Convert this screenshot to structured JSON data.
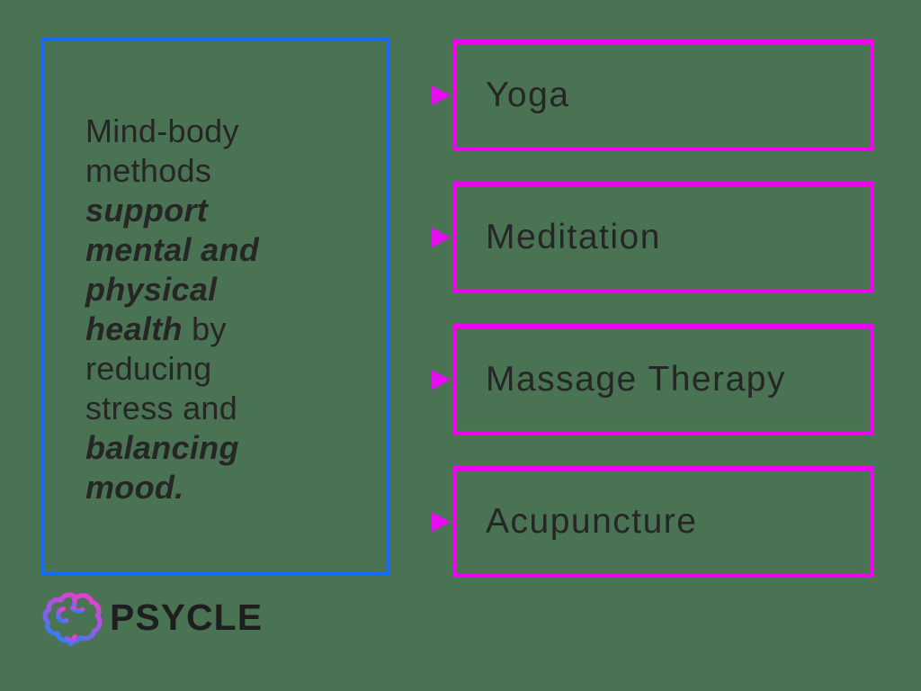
{
  "colors": {
    "background": "#4A7353",
    "statement_border": "#156CF7",
    "therapy_border": "#F004F0",
    "body_text": "#262626",
    "arrow_gradient_start": "#156CF7",
    "arrow_gradient_end": "#EE06F2",
    "logo_text_color": "#1E1E1E",
    "logo_gradient": [
      "#E83ECD",
      "#9B59E8",
      "#2E7FF2"
    ]
  },
  "diagram": {
    "statement": {
      "text": "Mind-body methods support mental and physical health by reducing stress and balancing mood.",
      "lines": [
        {
          "segments": [
            {
              "text": "Mind-body",
              "emphasis": false
            }
          ]
        },
        {
          "segments": [
            {
              "text": "methods",
              "emphasis": false
            }
          ]
        },
        {
          "segments": [
            {
              "text": "support",
              "emphasis": true
            }
          ]
        },
        {
          "segments": [
            {
              "text": "mental and",
              "emphasis": true
            }
          ]
        },
        {
          "segments": [
            {
              "text": "physical",
              "emphasis": true
            }
          ]
        },
        {
          "segments": [
            {
              "text": "health",
              "emphasis": true
            },
            {
              "text": " by",
              "emphasis": false
            }
          ]
        },
        {
          "segments": [
            {
              "text": "reducing",
              "emphasis": false
            }
          ]
        },
        {
          "segments": [
            {
              "text": "stress and",
              "emphasis": false
            }
          ]
        },
        {
          "segments": [
            {
              "text": "balancing",
              "emphasis": true
            }
          ]
        },
        {
          "segments": [
            {
              "text": "mood.",
              "emphasis": true
            }
          ]
        }
      ]
    },
    "therapies": [
      {
        "label": "Yoga"
      },
      {
        "label": "Meditation"
      },
      {
        "label": "Massage Therapy"
      },
      {
        "label": "Acupuncture"
      }
    ],
    "connector_icon": "arrow-right-icon"
  },
  "logo": {
    "brand": "PSYCLE",
    "icon": "brain-icon"
  }
}
